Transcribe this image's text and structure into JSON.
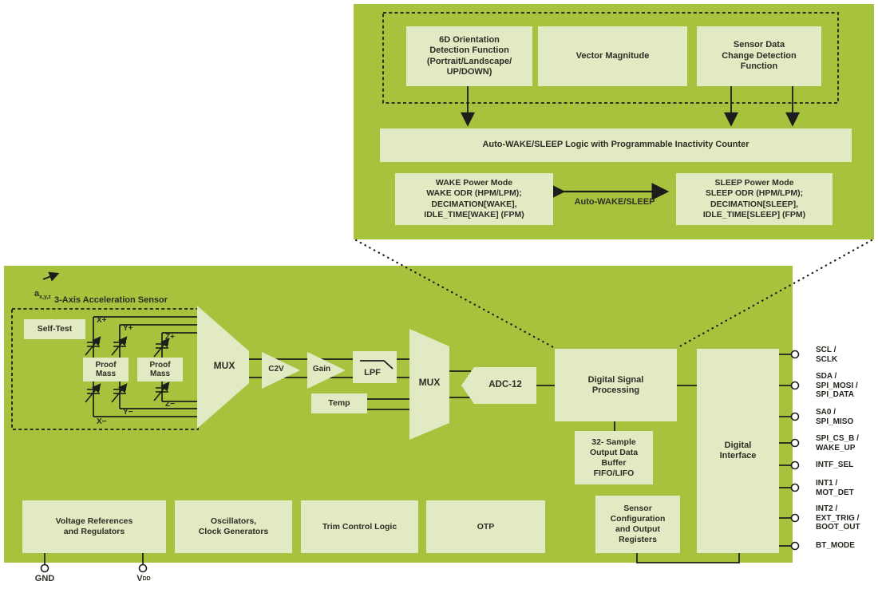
{
  "colors": {
    "panel_green": "#a7c23c",
    "block_fill": "#e2eac4",
    "line_color": "#1d1d1b",
    "terminal_fill": "#ffffff",
    "text_color": "#2e2e26"
  },
  "inset": {
    "blocks": {
      "six_d": "6D Orientation\nDetection Function\n(Portrait/Landscape/\nUP/DOWN)",
      "vector_magnitude": "Vector Magnitude",
      "sensor_data_change": "Sensor Data\nChange Detection\nFunction"
    },
    "logic_bar": "Auto-WAKE/SLEEP Logic with Programmable Inactivity Counter",
    "wake_block": "WAKE Power Mode\nWAKE ODR (HPM/LPM);\nDECIMATION[WAKE],\nIDLE_TIME[WAKE] (FPM)",
    "sleep_block": "SLEEP Power Mode\nSLEEP ODR (HPM/LPM);\nDECIMATION[SLEEP],\nIDLE_TIME[SLEEP] (FPM)",
    "transition_label": "Auto-WAKE/SLEEP"
  },
  "main": {
    "accel_vector": {
      "base": "a",
      "sub": "x,y,z"
    },
    "sensor_section_title": "3-Axis Acceleration Sensor",
    "self_test": "Self-Test",
    "electrodes": {
      "x_plus": "X+",
      "y_plus": "Y+",
      "z_plus": "Z+",
      "x_minus": "X−",
      "y_minus": "Y−",
      "z_minus": "Z−"
    },
    "proof_mass": "Proof\nMass",
    "mux1": "MUX",
    "c2v": "C2V",
    "gain": "Gain",
    "lpf": "LPF",
    "temp": "Temp",
    "mux2": "MUX",
    "adc": "ADC-12",
    "dsp": "Digital Signal\nProcessing",
    "output_buffer": "32- Sample\nOutput Data\nBuffer\nFIFO/LIFO",
    "digital_interface": "Digital\nInterface",
    "sensor_config": "Sensor\nConfiguration\nand Output\nRegisters",
    "voltage_refs": "Voltage References\nand Regulators",
    "oscillators": "Oscillators,\nClock Generators",
    "trim_control": "Trim Control Logic",
    "otp": "OTP",
    "gnd": "GND",
    "vdd": {
      "base": "V",
      "sub": "DD"
    },
    "pins": [
      {
        "label": "SCL /\nSCLK"
      },
      {
        "label": "SDA /\nSPI_MOSI /\nSPI_DATA"
      },
      {
        "label": "SA0 /\nSPI_MISO"
      },
      {
        "label": "SPI_CS_B /\nWAKE_UP"
      },
      {
        "label": "INTF_SEL"
      },
      {
        "label": "INT1 /\nMOT_DET"
      },
      {
        "label": "INT2 /\nEXT_TRIG /\nBOOT_OUT"
      },
      {
        "label": "BT_MODE"
      }
    ]
  }
}
